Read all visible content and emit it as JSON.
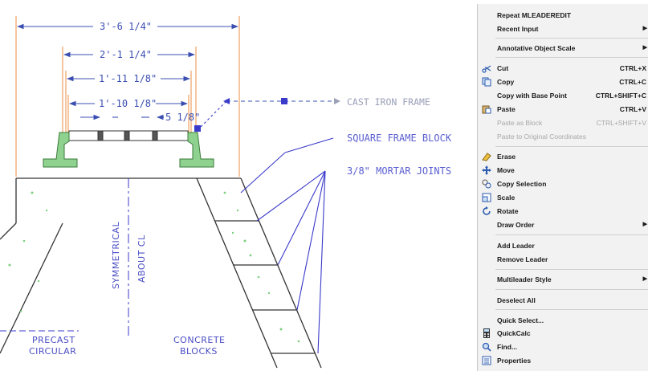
{
  "drawing": {
    "dimensions": [
      "3'-6 1/4\"",
      "2'-1 1/4\"",
      "1'-11 1/8\"",
      "1'-10 1/8\"",
      "5 1/8\""
    ],
    "callouts": {
      "cast_iron_frame": "CAST IRON FRAME",
      "square_frame_block": "SQUARE FRAME BLOCK",
      "mortar_joints": "3/8\" MORTAR JOINTS"
    },
    "notes": {
      "symmetrical": "SYMMETRICAL",
      "about_cl": "ABOUT CL",
      "precast_1": "PRECAST",
      "precast_2": "CIRCULAR",
      "concrete_1": "CONCRETE",
      "concrete_2": "BLOCKS"
    },
    "colors": {
      "dim": "#3b4fb2",
      "frame_green": "#8fd18f",
      "extension_orange": "#f0a060",
      "leader_blue": "#3a3acb"
    }
  },
  "context_menu": {
    "items": [
      {
        "label": "Repeat MLEADEREDIT",
        "shortcut": "",
        "submenu": false,
        "enabled": true,
        "icon": ""
      },
      {
        "label": "Recent Input",
        "shortcut": "",
        "submenu": true,
        "enabled": true,
        "icon": ""
      },
      {
        "label": "Annotative Object Scale",
        "shortcut": "",
        "submenu": true,
        "enabled": true,
        "icon": ""
      },
      {
        "label": "Cut",
        "shortcut": "CTRL+X",
        "submenu": false,
        "enabled": true,
        "icon": "scissors-icon"
      },
      {
        "label": "Copy",
        "shortcut": "CTRL+C",
        "submenu": false,
        "enabled": true,
        "icon": "copy-icon"
      },
      {
        "label": "Copy with Base Point",
        "shortcut": "CTRL+SHIFT+C",
        "submenu": false,
        "enabled": true,
        "icon": ""
      },
      {
        "label": "Paste",
        "shortcut": "CTRL+V",
        "submenu": false,
        "enabled": true,
        "icon": "paste-icon"
      },
      {
        "label": "Paste as Block",
        "shortcut": "CTRL+SHIFT+V",
        "submenu": false,
        "enabled": false,
        "icon": ""
      },
      {
        "label": "Paste to Original Coordinates",
        "shortcut": "",
        "submenu": false,
        "enabled": false,
        "icon": ""
      },
      {
        "label": "Erase",
        "shortcut": "",
        "submenu": false,
        "enabled": true,
        "icon": "eraser-icon"
      },
      {
        "label": "Move",
        "shortcut": "",
        "submenu": false,
        "enabled": true,
        "icon": "move-icon"
      },
      {
        "label": "Copy Selection",
        "shortcut": "",
        "submenu": false,
        "enabled": true,
        "icon": "copy-selection-icon"
      },
      {
        "label": "Scale",
        "shortcut": "",
        "submenu": false,
        "enabled": true,
        "icon": "scale-icon"
      },
      {
        "label": "Rotate",
        "shortcut": "",
        "submenu": false,
        "enabled": true,
        "icon": "rotate-icon"
      },
      {
        "label": "Draw Order",
        "shortcut": "",
        "submenu": true,
        "enabled": true,
        "icon": ""
      },
      {
        "label": "Add Leader",
        "shortcut": "",
        "submenu": false,
        "enabled": true,
        "icon": ""
      },
      {
        "label": "Remove Leader",
        "shortcut": "",
        "submenu": false,
        "enabled": true,
        "icon": ""
      },
      {
        "label": "Multileader Style",
        "shortcut": "",
        "submenu": true,
        "enabled": true,
        "icon": ""
      },
      {
        "label": "Deselect All",
        "shortcut": "",
        "submenu": false,
        "enabled": true,
        "icon": ""
      },
      {
        "label": "Quick Select...",
        "shortcut": "",
        "submenu": false,
        "enabled": true,
        "icon": ""
      },
      {
        "label": "QuickCalc",
        "shortcut": "",
        "submenu": false,
        "enabled": true,
        "icon": "calculator-icon"
      },
      {
        "label": "Find...",
        "shortcut": "",
        "submenu": false,
        "enabled": true,
        "icon": "find-icon"
      },
      {
        "label": "Properties",
        "shortcut": "",
        "submenu": false,
        "enabled": true,
        "icon": "properties-icon"
      }
    ]
  }
}
